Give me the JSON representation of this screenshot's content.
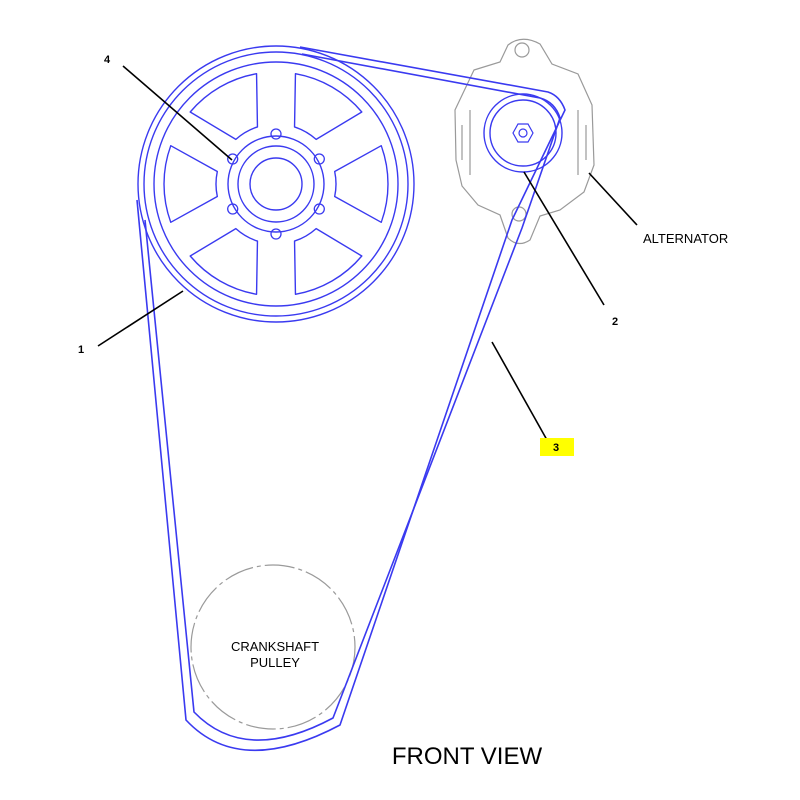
{
  "colors": {
    "belt": "#3a3af0",
    "pulley": "#3a3af0",
    "alternator": "#9a9a9a",
    "leader": "#000000",
    "highlight": "#ffff00"
  },
  "labels": {
    "callout_1": "1",
    "callout_2": "2",
    "callout_3": "3",
    "callout_4": "4",
    "alternator": "ALTERNATOR",
    "crankshaft_line1": "CRANKSHAFT",
    "crankshaft_line2": "PULLEY",
    "view_title": "FRONT VIEW"
  },
  "highlighted_callout": "3"
}
